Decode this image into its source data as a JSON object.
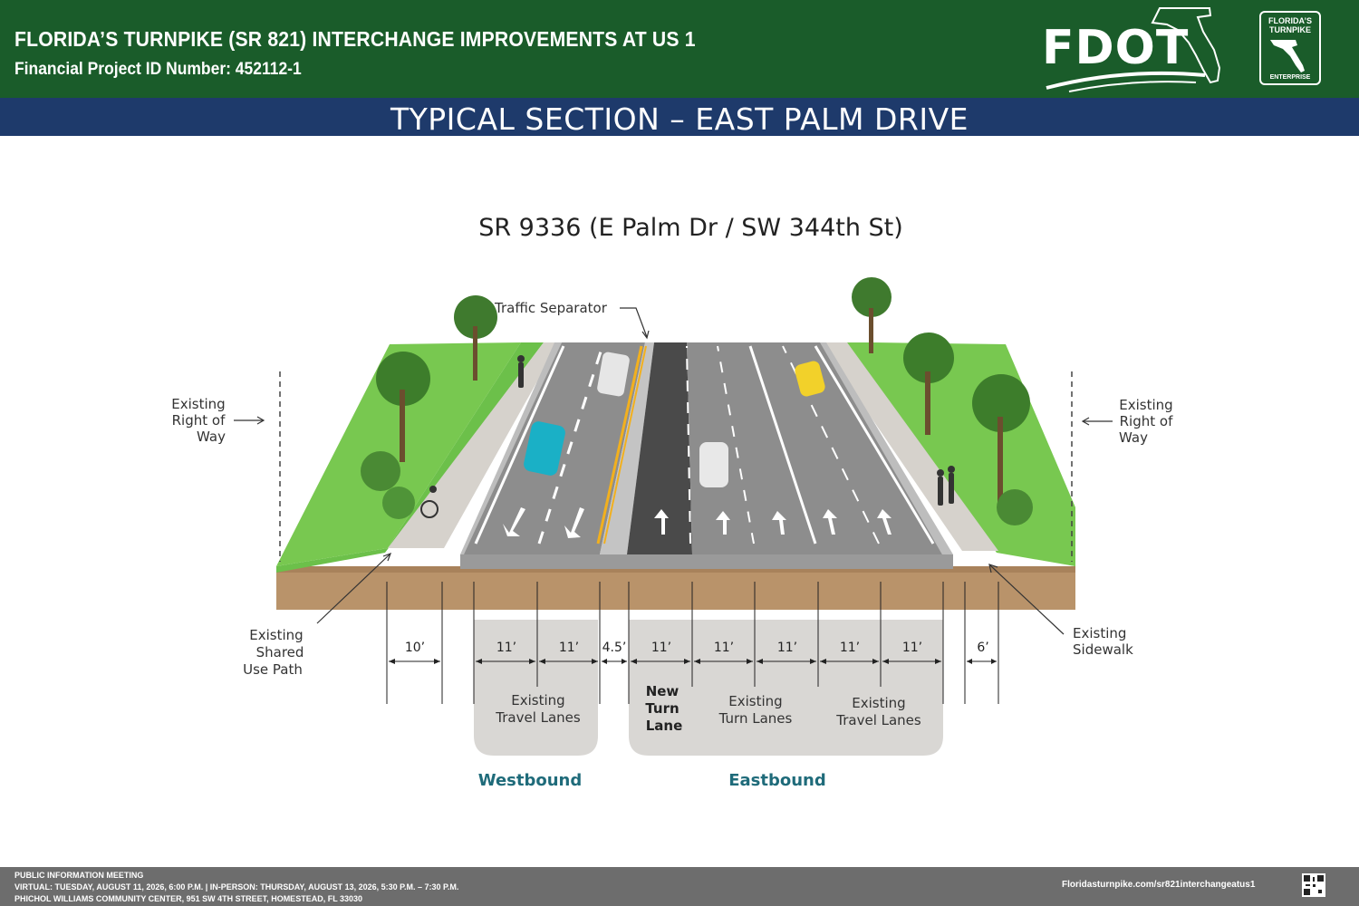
{
  "header": {
    "title": "FLORIDA’S TURNPIKE (SR 821) INTERCHANGE IMPROVEMENTS AT US 1",
    "project_id": "Financial Project ID Number: 452112-1",
    "fdot_logo_text": "FDOT",
    "badge": {
      "line1": "FLORIDA’S",
      "line2": "TURNPIKE",
      "line3": "ENTERPRISE"
    },
    "colors": {
      "green": "#1a5c2a",
      "navy": "#1e3a6b"
    }
  },
  "band": {
    "title": "TYPICAL SECTION – EAST PALM DRIVE"
  },
  "section": {
    "subtitle": "SR 9336 (E Palm Dr / SW 344th St)",
    "labels": {
      "traffic_separator": "Traffic Separator",
      "row_left": [
        "Existing",
        "Right of",
        "Way"
      ],
      "row_right": [
        "Existing",
        "Right of",
        "Way"
      ],
      "shared_use_path": [
        "Existing",
        "Shared",
        "Use Path"
      ],
      "sidewalk": [
        "Existing",
        "Sidewalk"
      ]
    },
    "dimensions": [
      "10’",
      "11’",
      "11’",
      "4.5’",
      "11’",
      "11’",
      "11’",
      "11’",
      "11’",
      "6’"
    ],
    "groups": {
      "wb_travel": [
        "Existing",
        "Travel Lanes"
      ],
      "new_turn": [
        "New",
        "Turn",
        "Lane"
      ],
      "eb_turn": [
        "Existing",
        "Turn Lanes"
      ],
      "eb_travel": [
        "Existing",
        "Travel Lanes"
      ]
    },
    "directions": {
      "westbound": "Westbound",
      "eastbound": "Eastbound"
    }
  },
  "footer": {
    "line1": "PUBLIC INFORMATION MEETING",
    "line2": "VIRTUAL: TUESDAY, AUGUST 11, 2026, 6:00 P.M. | IN-PERSON: THURSDAY, AUGUST 13, 2026, 5:30 P.M. – 7:30 P.M.",
    "line3": "PHICHOL WILLIAMS COMMUNITY CENTER, 951 SW 4TH STREET, HOMESTEAD, FL 33030",
    "url": "Floridasturnpike.com/sr821interchangeatus1"
  }
}
